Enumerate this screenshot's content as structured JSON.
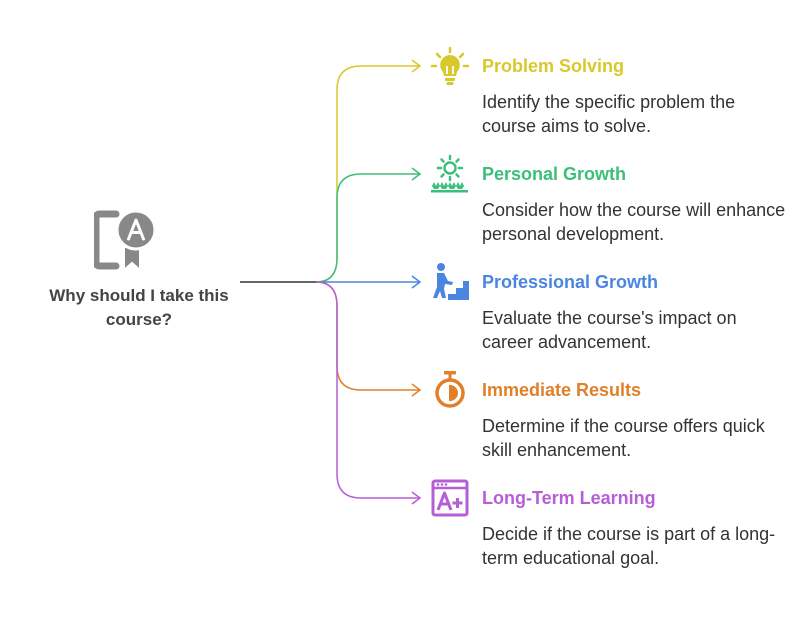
{
  "center": {
    "icon": "certificate-a-icon",
    "label": "Why should I take this course?",
    "color": "#888888"
  },
  "branches": [
    {
      "title": "Problem Solving",
      "description": "Identify the specific problem the course aims to solve.",
      "icon": "lightbulb-icon",
      "color": "#D9C82C"
    },
    {
      "title": "Personal Growth",
      "description": "Consider how the course will enhance personal development.",
      "icon": "sun-sprout-icon",
      "color": "#3DBE7A"
    },
    {
      "title": "Professional Growth",
      "description": "Evaluate the course's impact on career advancement.",
      "icon": "person-climbing-stairs-icon",
      "color": "#4A86E0"
    },
    {
      "title": "Immediate Results",
      "description": "Determine if the course offers quick skill enhancement.",
      "icon": "stopwatch-icon",
      "color": "#E0802A"
    },
    {
      "title": "Long-Term Learning",
      "description": "Decide if the course is part of a long-term educational goal.",
      "icon": "a-plus-grade-icon",
      "color": "#B65ED6"
    }
  ]
}
